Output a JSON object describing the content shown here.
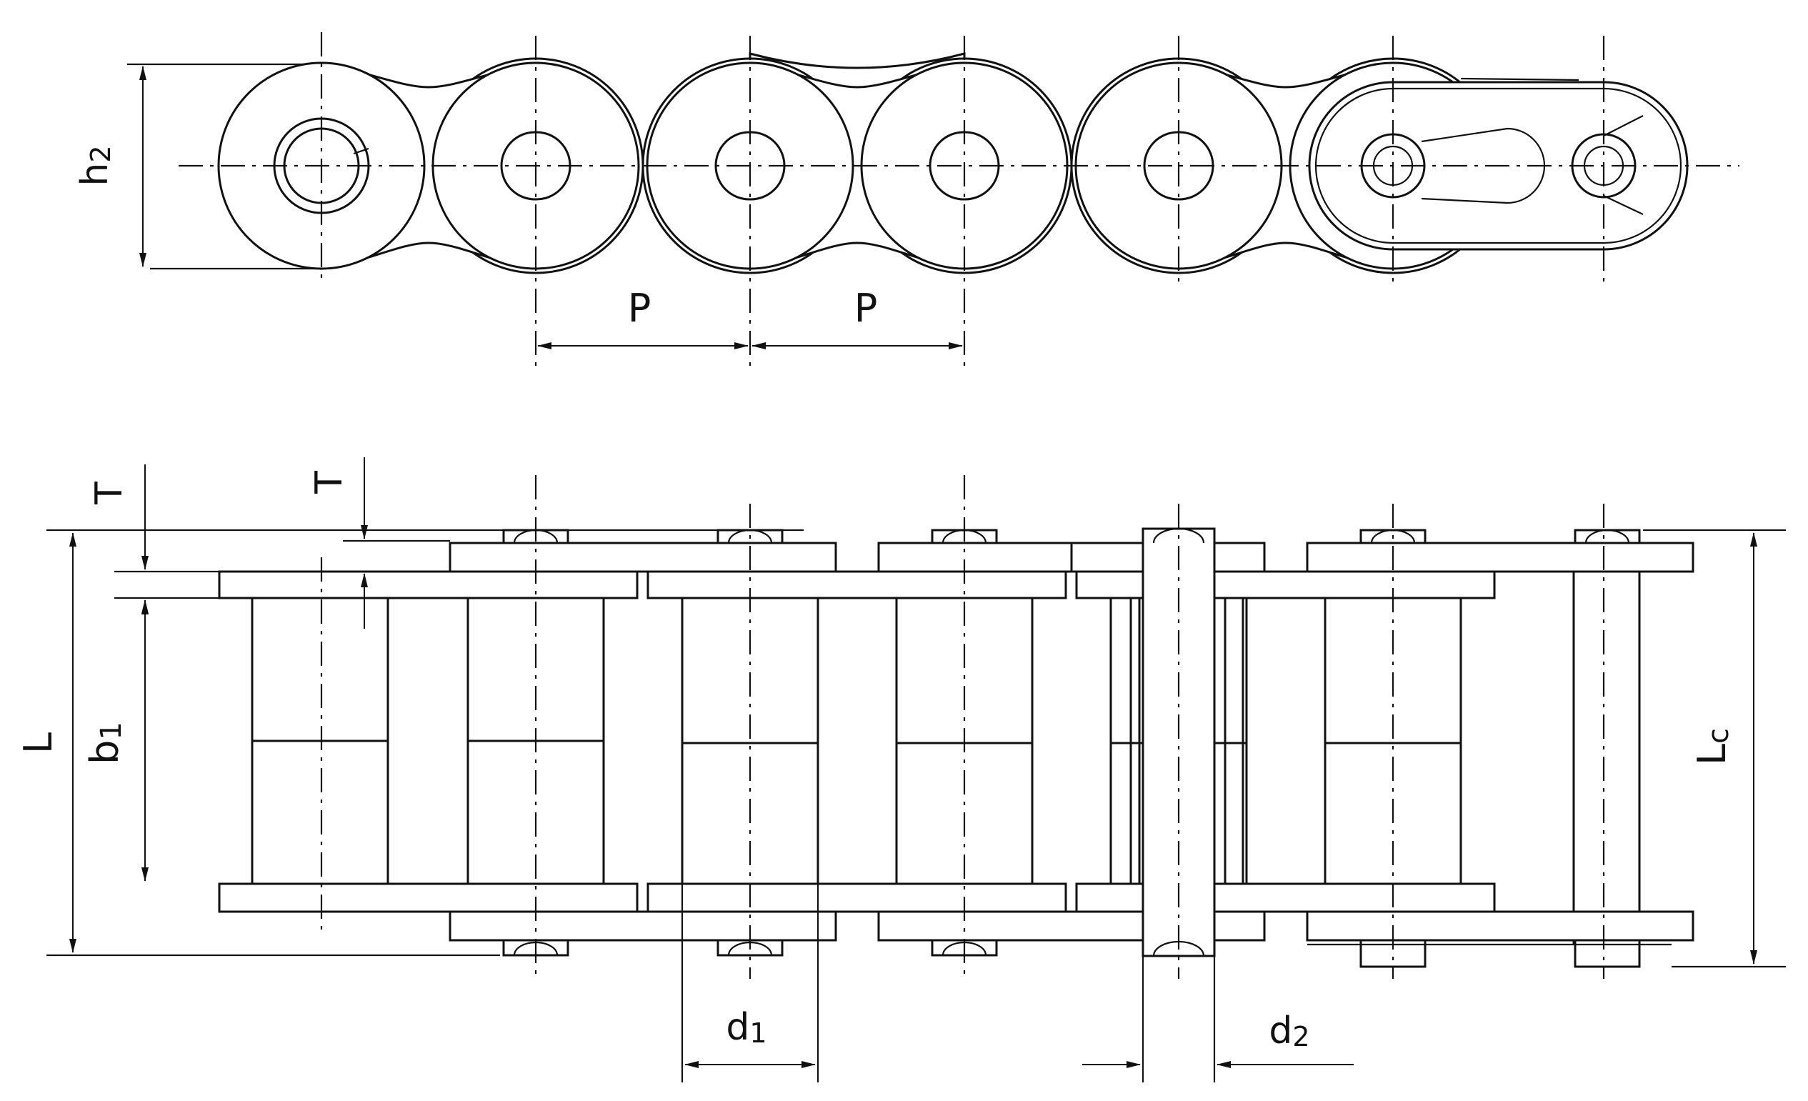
{
  "labels": {
    "h2_main": "h",
    "h2_sub": "2",
    "pitch_left": "P",
    "pitch_right": "P",
    "t_left": "T",
    "t_right": "T",
    "L": "L",
    "b1_main": "b",
    "b1_sub": "1",
    "Lc_main": "L",
    "Lc_sub": "c",
    "d1_main": "d",
    "d1_sub": "1",
    "d2_main": "d",
    "d2_sub": "2"
  }
}
